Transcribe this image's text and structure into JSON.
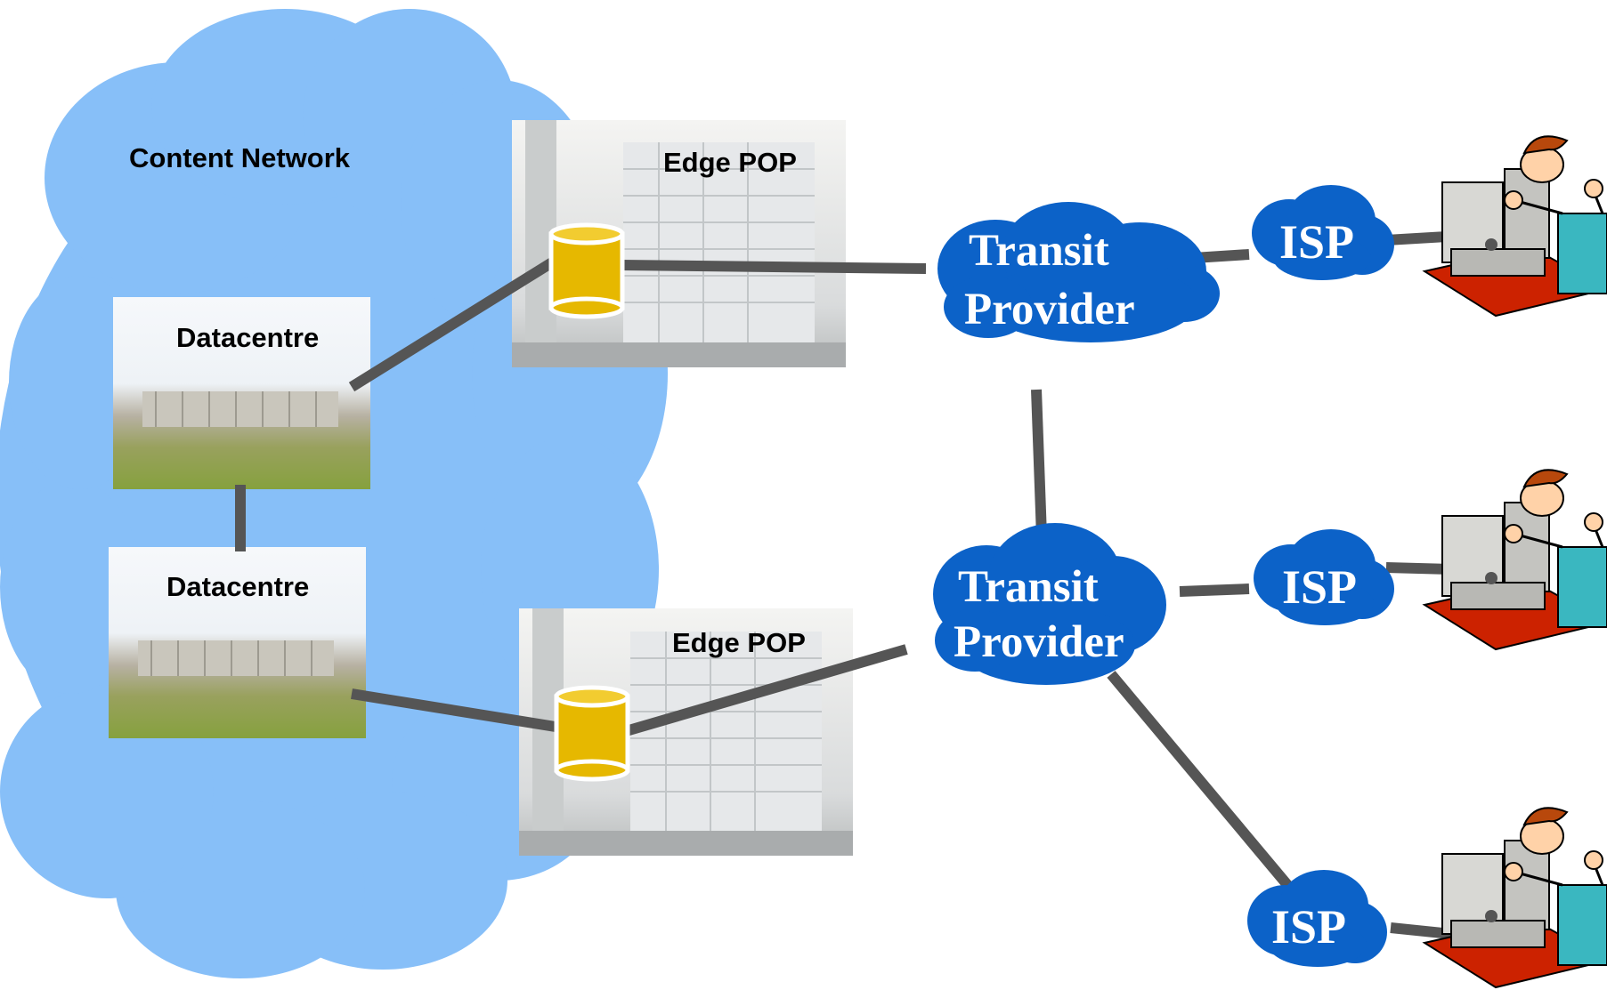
{
  "content_network": {
    "label": "Content Network"
  },
  "datacentres": [
    {
      "label": "Datacentre"
    },
    {
      "label": "Datacentre"
    }
  ],
  "edge_pops": [
    {
      "label": "Edge POP"
    },
    {
      "label": "Edge POP"
    }
  ],
  "transit_providers": [
    {
      "line1": "Transit",
      "line2": "Provider"
    },
    {
      "line1": "Transit",
      "line2": "Provider"
    }
  ],
  "isps": [
    {
      "label": "ISP"
    },
    {
      "label": "ISP"
    },
    {
      "label": "ISP"
    }
  ],
  "colors": {
    "content_cloud": "#87bff8",
    "blue_cloud": "#0c62c8",
    "link": "#555555",
    "cache": "#e6b800"
  }
}
